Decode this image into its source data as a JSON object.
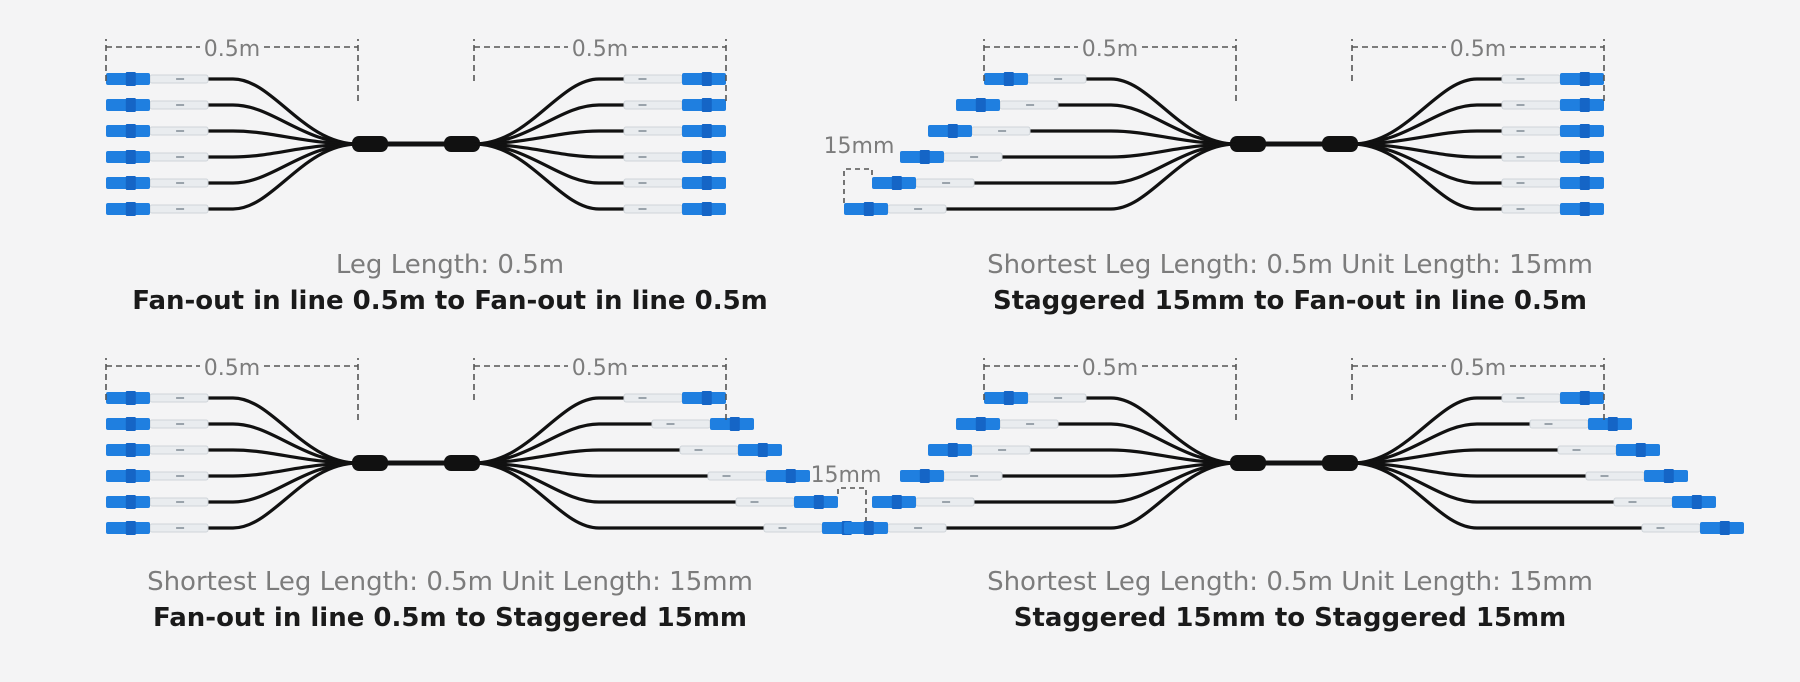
{
  "panels": [
    {
      "spec": "Leg Length: 0.5m",
      "title": "Fan-out in line 0.5m to Fan-out in line 0.5m",
      "left": {
        "style": "in-line",
        "length_label": "0.5m"
      },
      "right": {
        "style": "in-line",
        "length_label": "0.5m"
      }
    },
    {
      "spec": "Shortest Leg Length: 0.5m Unit Length: 15mm",
      "title": "Staggered 15mm to Fan-out in line 0.5m",
      "left": {
        "style": "staggered",
        "length_label": "0.5m",
        "unit_label": "15mm"
      },
      "right": {
        "style": "in-line",
        "length_label": "0.5m"
      }
    },
    {
      "spec": "Shortest Leg Length: 0.5m Unit Length: 15mm",
      "title": "Fan-out in line 0.5m to Staggered 15mm",
      "left": {
        "style": "in-line",
        "length_label": "0.5m"
      },
      "right": {
        "style": "staggered",
        "length_label": "0.5m",
        "unit_label": "15mm"
      }
    },
    {
      "spec": "Shortest Leg Length: 0.5m Unit Length: 15mm",
      "title": "Staggered 15mm to Staggered 15mm",
      "left": {
        "style": "staggered",
        "length_label": "0.5m"
      },
      "right": {
        "style": "staggered",
        "length_label": "0.5m"
      }
    }
  ],
  "legs_per_side": 6,
  "colors": {
    "background": "#f4f4f5",
    "cable": "#111111",
    "connector": "#1f7fe0",
    "boot": "#e9ecef",
    "dimension": "#555555",
    "dim_text": "#7c7c7c",
    "title": "#1a1a1a"
  }
}
